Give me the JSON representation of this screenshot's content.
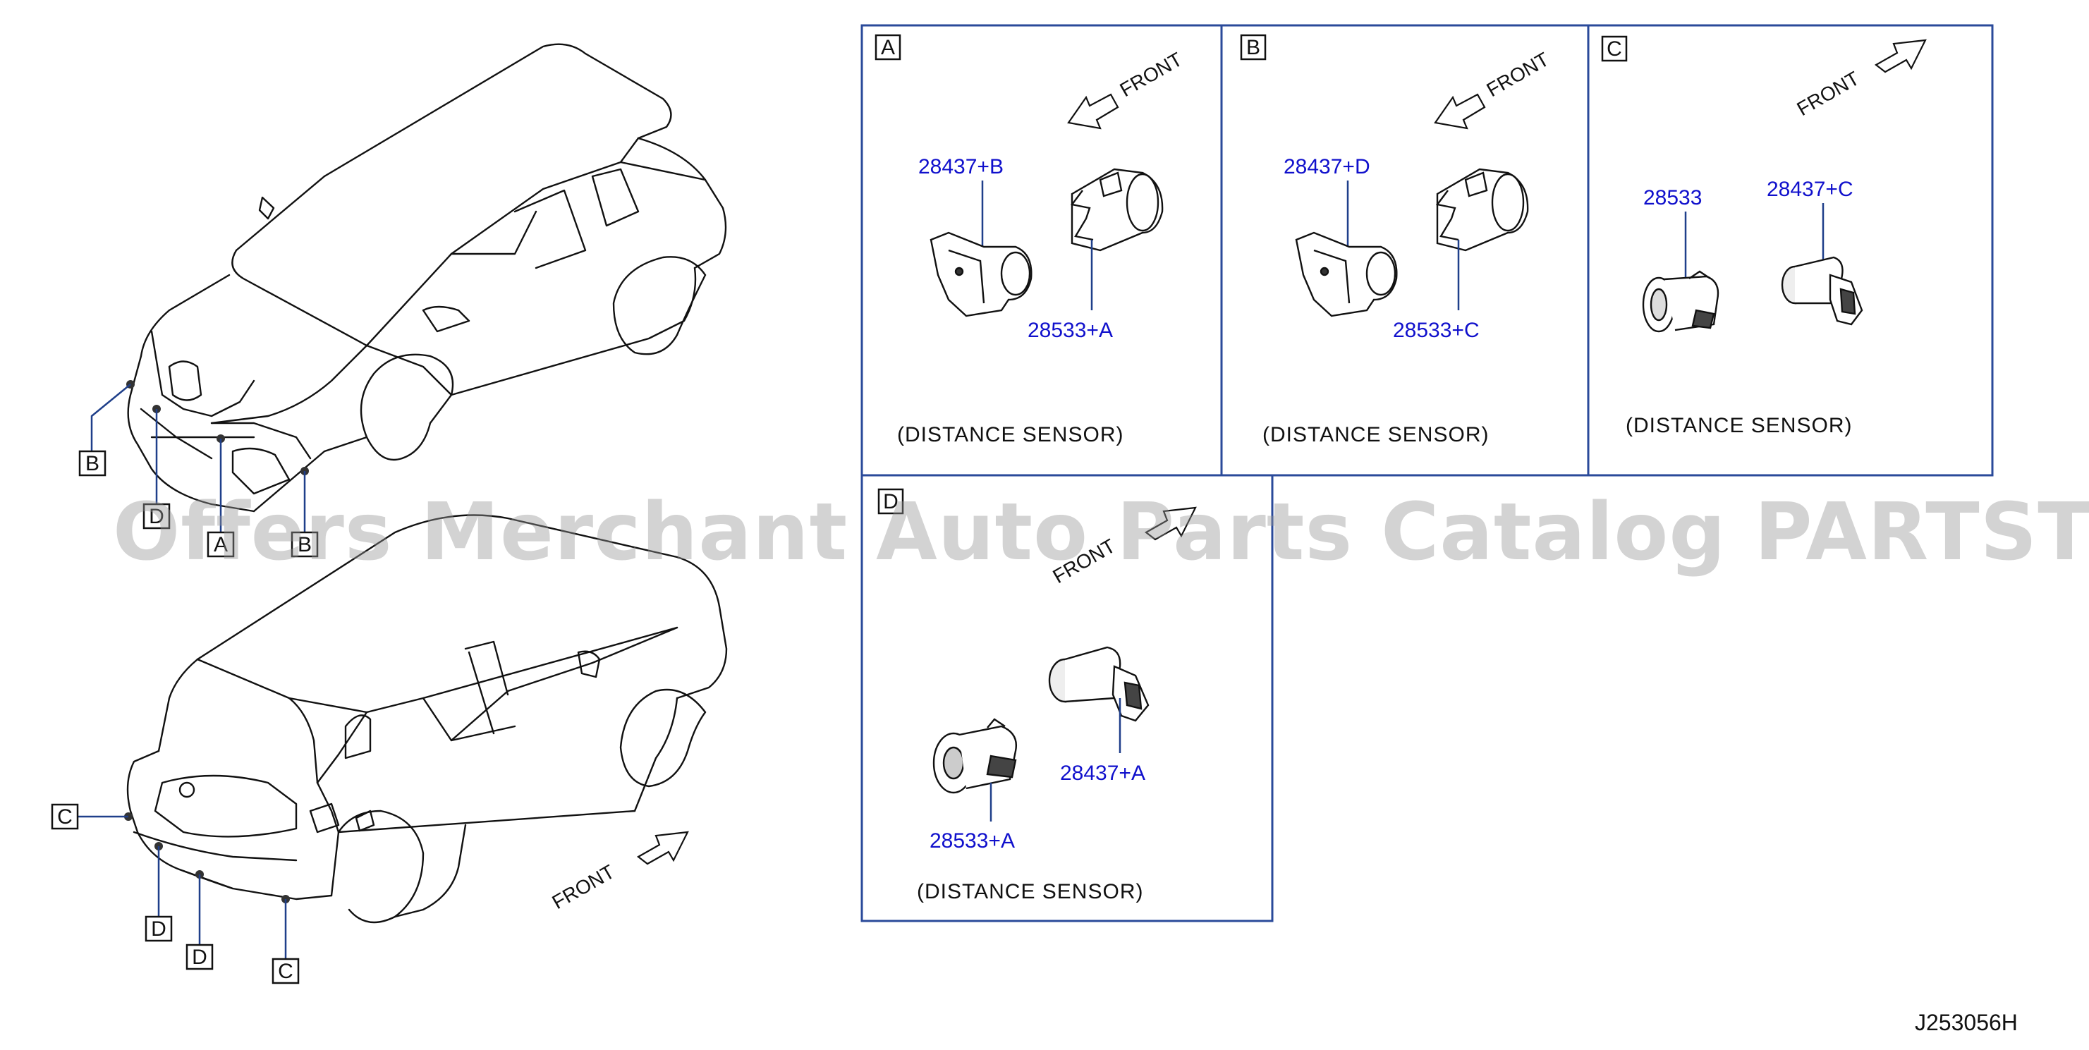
{
  "colors": {
    "panel_border": "#2a4a9a",
    "callout": "#1010cc",
    "line": "#111111",
    "leader": "#1f3f8a"
  },
  "vehicle_markers": {
    "front": [
      "B",
      "D",
      "A",
      "B"
    ],
    "rear": [
      "C",
      "D",
      "D",
      "C"
    ]
  },
  "front_label": "FRONT",
  "panels": [
    {
      "letter": "A",
      "part_top": "28437+B",
      "part_bottom": "28533+A",
      "caption": "(DISTANCE   SENSOR)"
    },
    {
      "letter": "B",
      "part_top": "28437+D",
      "part_bottom": "28533+C",
      "caption": "(DISTANCE   SENSOR)"
    },
    {
      "letter": "C",
      "part_left": "28533",
      "part_right": "28437+C",
      "caption": "(DISTANCE   SENSOR)"
    },
    {
      "letter": "D",
      "part_top": "28437+A",
      "part_bottom": "28533+A",
      "caption": "(DISTANCE   SENSOR)"
    }
  ],
  "watermark": "Offers Merchant Auto Parts Catalog PARTSTORE.SA",
  "diagram_id": "J253056H"
}
